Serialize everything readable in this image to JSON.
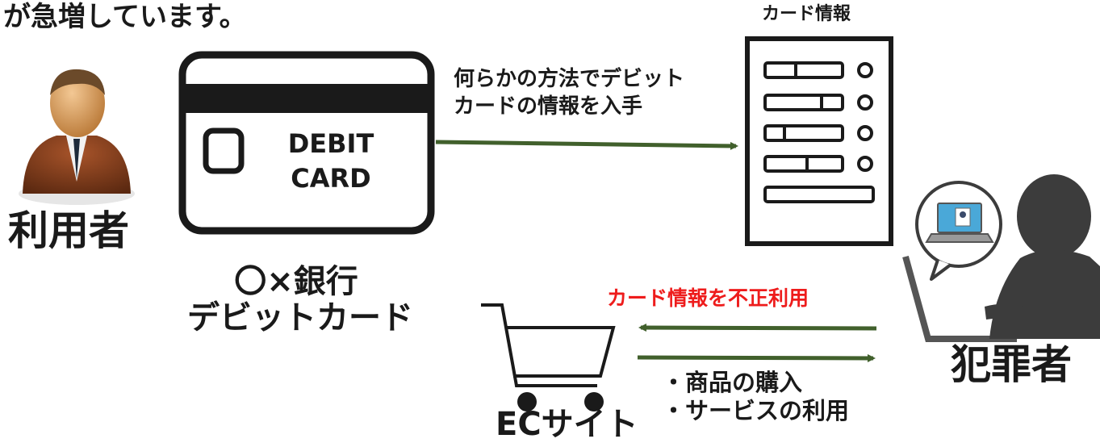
{
  "headline": "が急増しています。",
  "user": {
    "label": "利用者"
  },
  "debit_card": {
    "line1": "DEBIT",
    "line2": "CARD",
    "bank_line1": "〇×銀行",
    "bank_line2": "デビットカード"
  },
  "acquire_arrow": {
    "line1": "何らかの方法でデビット",
    "line2": "カードの情報を入手"
  },
  "card_info_server": {
    "title": "カード情報"
  },
  "fraud_arrow": {
    "label": "カード情報を不正利用"
  },
  "purchase_arrow": {
    "item1": "・商品の購入",
    "item2": "・サービスの利用"
  },
  "ec_site": {
    "label": "ECサイト"
  },
  "criminal": {
    "label": "犯罪者"
  },
  "colors": {
    "arrow": "#41602c",
    "fraud_text": "#ee1c1c",
    "criminal_fill": "#3c3c3c",
    "user_suit": "#7a3a1c",
    "user_skin": "#d9a36a"
  },
  "icons": [
    "user-person-icon",
    "debit-card-icon",
    "server-icon",
    "shopping-cart-icon",
    "laptop-thought-bubble-icon",
    "criminal-silhouette-icon"
  ]
}
